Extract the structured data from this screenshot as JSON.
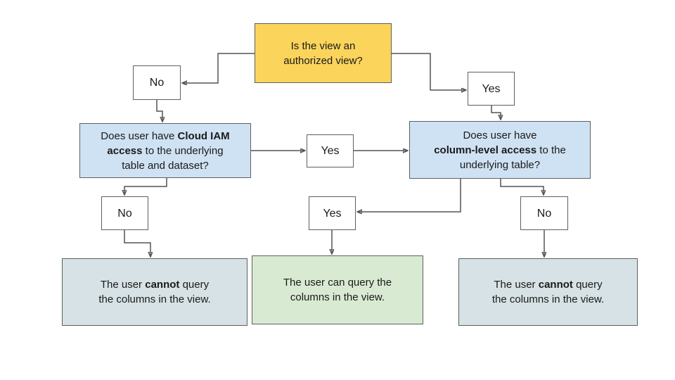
{
  "diagram": {
    "type": "flowchart",
    "colors": {
      "root_fill": "#FBD45C",
      "question_fill": "#CFE2F3",
      "result_cannot_fill": "#D6E2E5",
      "result_can_fill": "#D9EAD3",
      "border": "#5F5F5F",
      "connector": "#545454",
      "background": "#FFFFFF"
    }
  },
  "nodes": {
    "root": {
      "lines": [
        "Is the view an",
        "authorized view?"
      ]
    },
    "no_left": {
      "label": "No"
    },
    "yes_right": {
      "label": "Yes"
    },
    "iam": {
      "lines": [
        {
          "pre": "Does user have ",
          "bold": "Cloud IAM",
          "post": ""
        },
        {
          "pre": "",
          "bold": "access",
          "post": " to the underlying"
        },
        {
          "pre": "table and dataset?",
          "bold": "",
          "post": ""
        }
      ]
    },
    "yes_mid": {
      "label": "Yes"
    },
    "col": {
      "lines": [
        {
          "pre": "Does user have",
          "bold": "",
          "post": ""
        },
        {
          "pre": "",
          "bold": "column-level access",
          "post": " to the"
        },
        {
          "pre": "underlying table?",
          "bold": "",
          "post": ""
        }
      ]
    },
    "no_bottom_left": {
      "label": "No"
    },
    "yes_bottom_mid": {
      "label": "Yes"
    },
    "no_bottom_right": {
      "label": "No"
    },
    "result_left": {
      "lines": [
        {
          "pre": "The user ",
          "bold": "cannot",
          "post": " query"
        },
        {
          "pre": "the columns in the view.",
          "bold": "",
          "post": ""
        }
      ]
    },
    "result_mid": {
      "lines": [
        "The user can query the",
        "columns in the view."
      ]
    },
    "result_right": {
      "lines": [
        {
          "pre": "The user ",
          "bold": "cannot",
          "post": " query"
        },
        {
          "pre": "the columns in the view.",
          "bold": "",
          "post": ""
        }
      ]
    }
  },
  "edges": [
    {
      "from": "root",
      "to": "no_left"
    },
    {
      "from": "root",
      "to": "yes_right"
    },
    {
      "from": "no_left",
      "to": "iam"
    },
    {
      "from": "iam",
      "to": "yes_mid"
    },
    {
      "from": "yes_mid",
      "to": "col"
    },
    {
      "from": "yes_right",
      "to": "col"
    },
    {
      "from": "iam",
      "to": "no_bottom_left"
    },
    {
      "from": "no_bottom_left",
      "to": "result_left"
    },
    {
      "from": "col",
      "to": "yes_bottom_mid"
    },
    {
      "from": "col",
      "to": "no_bottom_right"
    },
    {
      "from": "yes_bottom_mid",
      "to": "result_mid"
    },
    {
      "from": "no_bottom_right",
      "to": "result_right"
    }
  ]
}
